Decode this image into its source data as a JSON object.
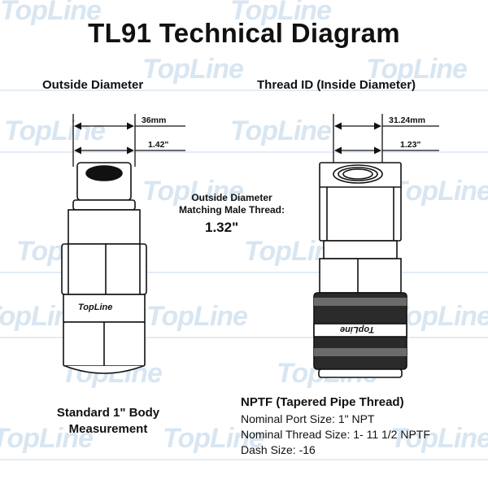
{
  "watermark": {
    "brand": "TopLine",
    "color": "#d8e6f2"
  },
  "title": "TL91 Technical Diagram",
  "left": {
    "heading": "Outside Diameter",
    "dim_mm": "36mm",
    "dim_in": "1.42\"",
    "body_logo": "TopLine",
    "caption_line1": "Standard 1\" Body",
    "caption_line2": "Measurement"
  },
  "right": {
    "heading": "Thread ID (Inside Diameter)",
    "dim_mm": "31.24mm",
    "dim_in": "1.23\"",
    "body_logo": "TopLine",
    "spec_title": "NPTF (Tapered Pipe Thread)",
    "spec_lines": [
      "Nominal Port Size: 1\" NPT",
      "Nominal Thread Size: 1- 11 1/2 NPTF",
      "Dash Size: -16"
    ]
  },
  "center": {
    "note_line1": "Outside Diameter",
    "note_line2": "Matching Male Thread:",
    "value": "1.32\""
  }
}
